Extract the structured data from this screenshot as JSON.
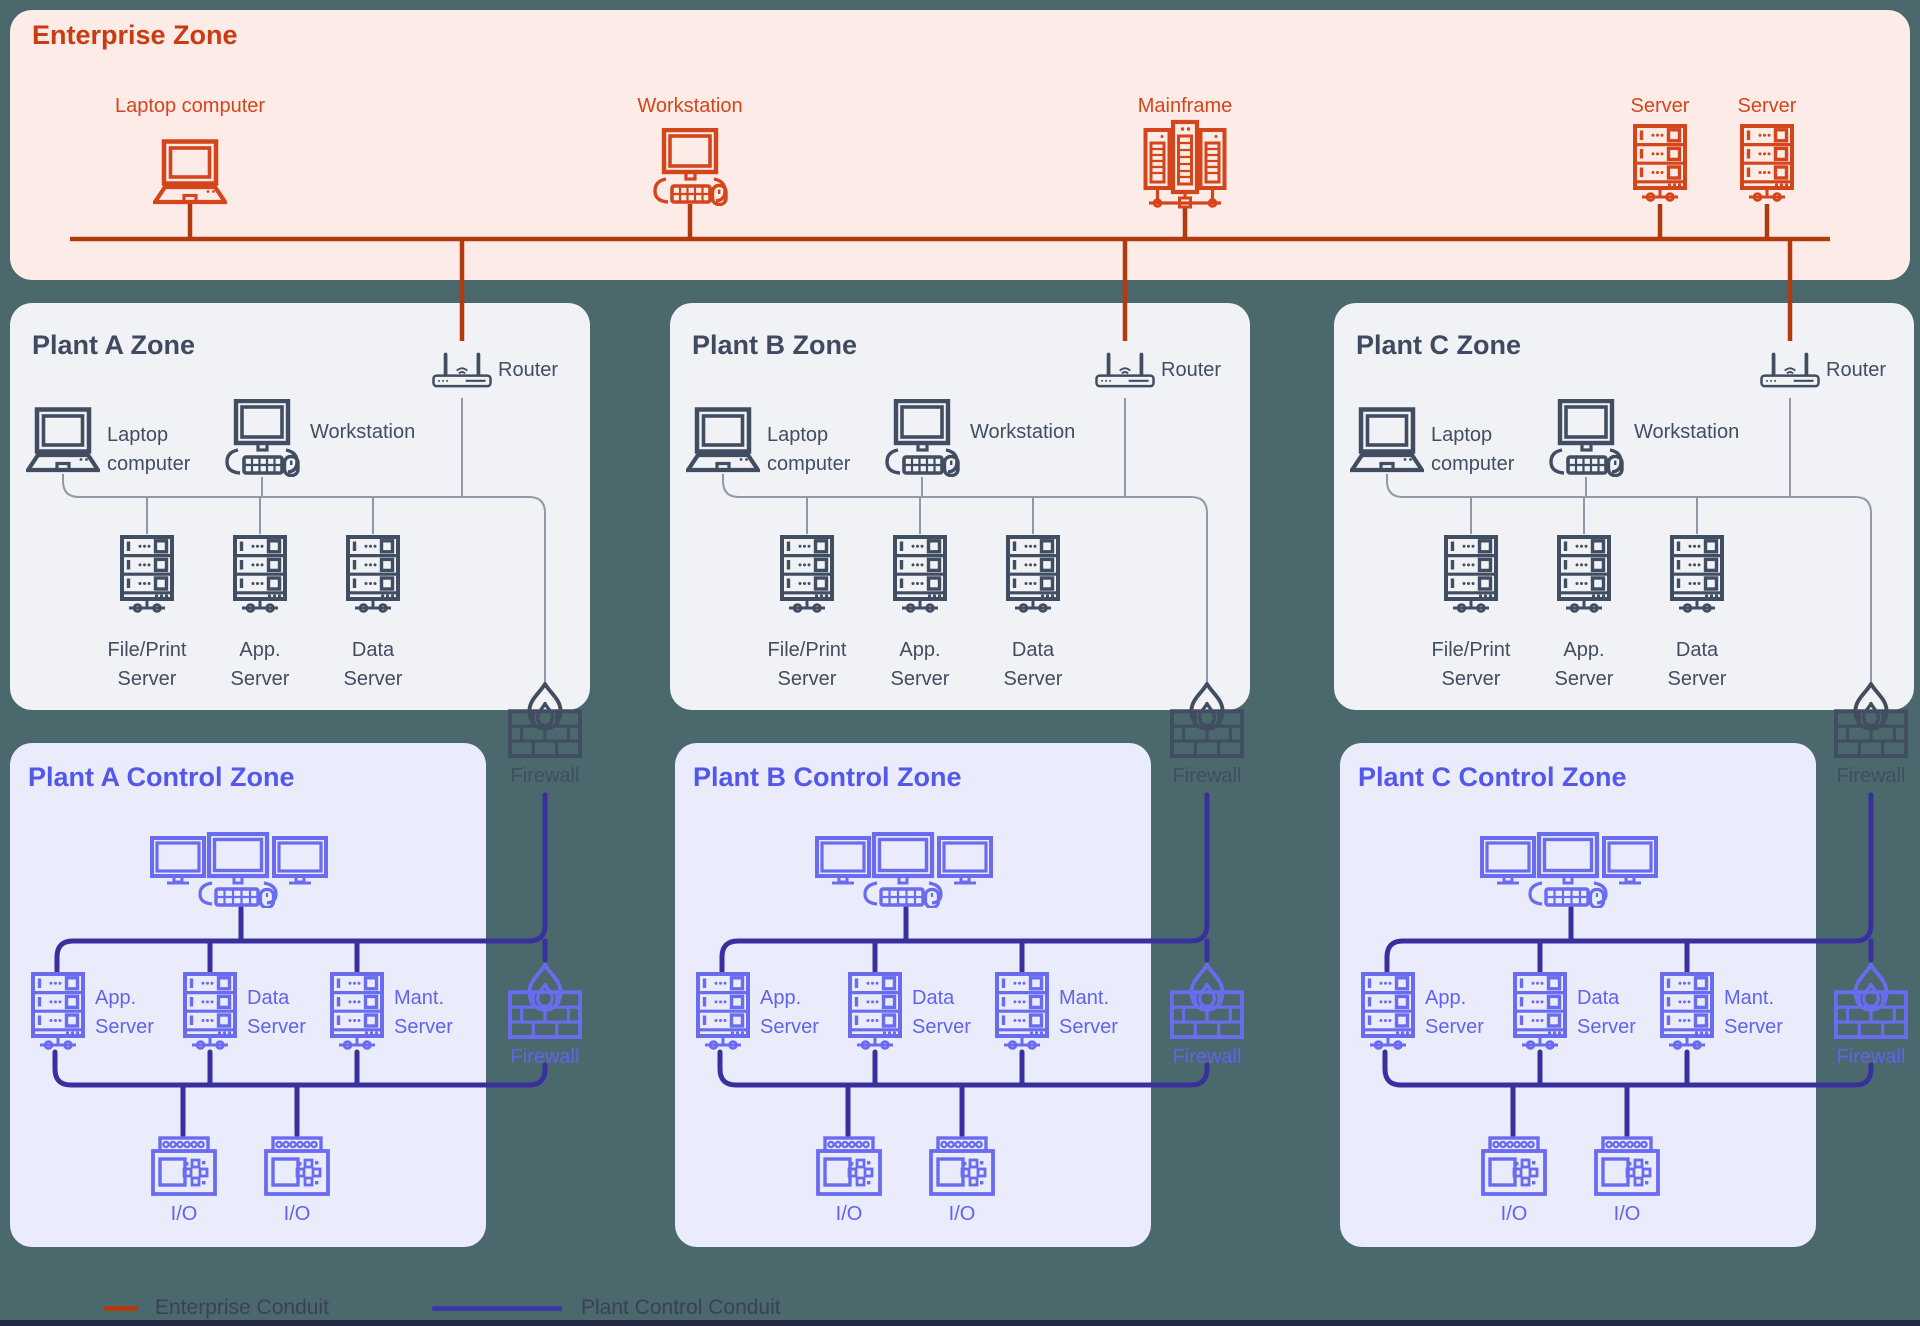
{
  "page": {
    "background": "#4b686c",
    "bottom_bar_color": "#242946"
  },
  "colors": {
    "enterprise_accent": "#d5451c",
    "enterprise_conduit": "#b23a0f",
    "enterprise_panel": "#fcebe6",
    "zone_panel": "#f0f2f5",
    "zone_accent": "#414d61",
    "thin_line": "#9199a8",
    "control_panel": "#eaecfb",
    "control_accent": "#6a6cf0",
    "control_conduit": "#37309e"
  },
  "enterprise": {
    "title": "Enterprise Zone",
    "devices": [
      {
        "icon": "laptop-icon",
        "label": "Laptop computer"
      },
      {
        "icon": "workstation-icon",
        "label": "Workstation"
      },
      {
        "icon": "mainframe-icon",
        "label": "Mainframe"
      },
      {
        "icon": "server-icon",
        "label": "Server"
      },
      {
        "icon": "server-icon",
        "label": "Server"
      }
    ]
  },
  "plant_common": {
    "router_label": "Router",
    "laptop_label": "Laptop\ncomputer",
    "workstation_label": "Workstation",
    "zone_servers": [
      "File/Print\nServer",
      "App.\nServer",
      "Data\nServer"
    ],
    "control_servers": [
      "App.\nServer",
      "Data\nServer",
      "Mant.\nServer"
    ],
    "io_label": "I/O",
    "firewall_label": "Firewall"
  },
  "plants": [
    {
      "zone_title": "Plant A Zone",
      "control_title": "Plant A Control Zone"
    },
    {
      "zone_title": "Plant B Zone",
      "control_title": "Plant B Control Zone"
    },
    {
      "zone_title": "Plant C Zone",
      "control_title": "Plant C Control Zone"
    }
  ],
  "legend": {
    "items": [
      {
        "label": "Enterprise Conduit",
        "color": "#b23a0f"
      },
      {
        "label": "Plant Control Conduit",
        "color": "#3d35a8"
      }
    ]
  }
}
